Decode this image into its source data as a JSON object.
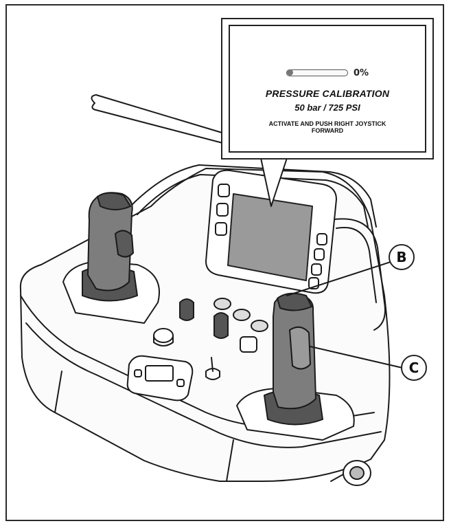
{
  "callout": {
    "progress_percent_text": "0%",
    "progress_value": 0,
    "title": "PRESSURE CALIBRATION",
    "subtitle": "50 bar / 725 PSI",
    "instruction": "ACTIVATE AND PUSH RIGHT JOYSTICK FORWARD"
  },
  "labels": {
    "b": "B",
    "c": "C"
  }
}
